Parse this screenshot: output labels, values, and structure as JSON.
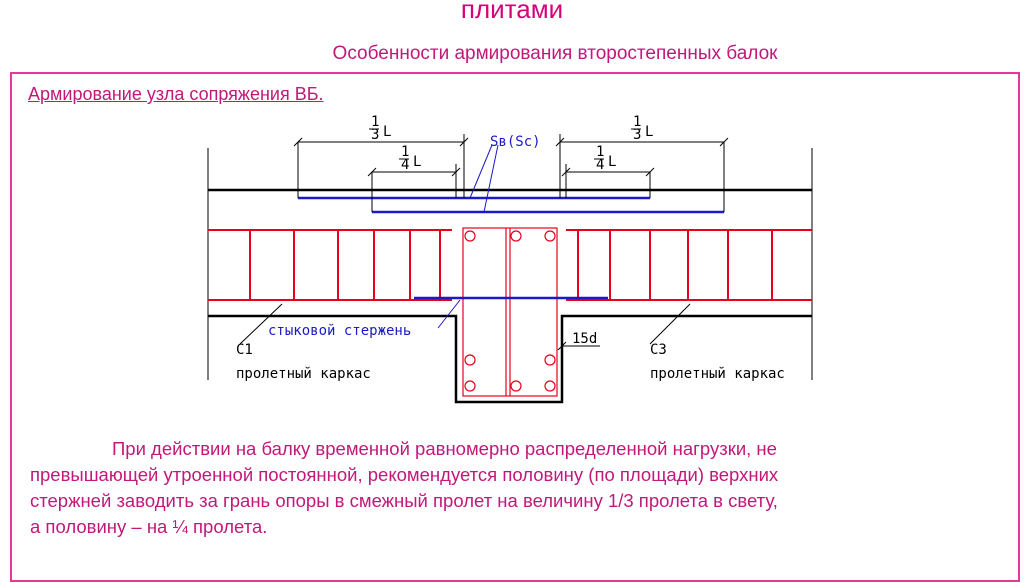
{
  "slide": {
    "title_line2": "плитами",
    "subtitle": "Особенности армирования второстепенных балок",
    "section_heading": "Армирование узла сопряжения ВБ."
  },
  "drawing": {
    "dim_one_third": "L",
    "dim_one_third_frac_num": "1",
    "dim_one_third_frac_den": "3",
    "dim_one_quarter": "L",
    "dim_one_quarter_frac_num": "1",
    "dim_one_quarter_frac_den": "4",
    "mesh_label": "Sв(Sc)",
    "joint_bar_label": "стыковой стержень",
    "anchorage_label": "15d",
    "left_frame_id": "C1",
    "left_frame_name": "пролетный каркас",
    "right_frame_id": "C3",
    "right_frame_name": "пролетный каркас",
    "colors": {
      "stirrups": "#e8001c",
      "bars": "#1a1ac8",
      "outline": "#000000"
    }
  },
  "paragraph": {
    "line1": "При действии на балку временной равномерно распределенной нагрузки, не",
    "line2": "превышающей утроенной постоянной, рекомендуется половину (по площади) верхних",
    "line3": "стержней заводить за грань опоры в смежный пролет на величину 1/3 пролета в свету,",
    "line4": "а половину – на ¼ пролета."
  }
}
